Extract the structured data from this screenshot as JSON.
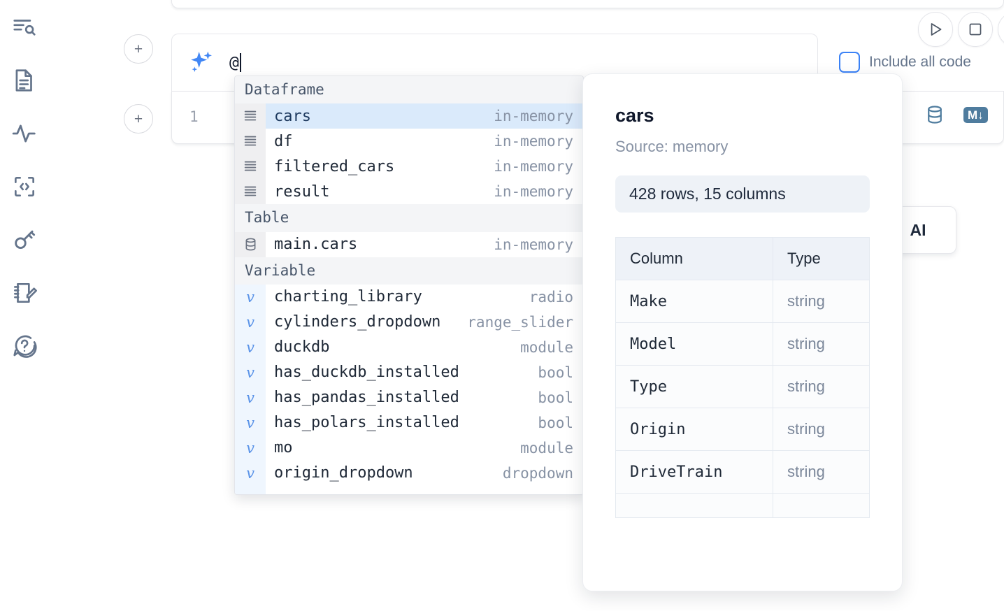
{
  "sidebar": {
    "items": [
      {
        "name": "explore-outline-icon",
        "label": "Outline"
      },
      {
        "name": "file-explorer-icon",
        "label": "Files"
      },
      {
        "name": "activity-icon",
        "label": "Variables"
      },
      {
        "name": "code-snippets-icon",
        "label": "Snippets"
      },
      {
        "name": "secrets-key-icon",
        "label": "Secrets"
      },
      {
        "name": "scratchpad-icon",
        "label": "Scratchpad"
      },
      {
        "name": "help-icon",
        "label": "Help"
      }
    ]
  },
  "toolbar": {
    "run_label": "Run",
    "stop_label": "Stop",
    "more_label": "More",
    "include_all_code": "Include all code",
    "include_all_code_checked": false
  },
  "ai_prompt": {
    "icon": "sparkles-icon",
    "value": "@",
    "placeholder": ""
  },
  "cell": {
    "line_number": "1",
    "icons": [
      {
        "name": "database-icon",
        "label": "SQL"
      },
      {
        "name": "markdown-icon",
        "label": "M↓"
      }
    ]
  },
  "ai_float_button": {
    "label": "AI"
  },
  "autocomplete": {
    "groups": [
      {
        "label": "Dataframe",
        "items": [
          {
            "icon": "dataframe-icon",
            "name": "cars",
            "kind": "in-memory",
            "selected": true
          },
          {
            "icon": "dataframe-icon",
            "name": "df",
            "kind": "in-memory",
            "selected": false
          },
          {
            "icon": "dataframe-icon",
            "name": "filtered_cars",
            "kind": "in-memory",
            "selected": false
          },
          {
            "icon": "dataframe-icon",
            "name": "result",
            "kind": "in-memory",
            "selected": false
          }
        ]
      },
      {
        "label": "Table",
        "items": [
          {
            "icon": "database-icon",
            "name": "main.cars",
            "kind": "in-memory",
            "selected": false
          }
        ]
      },
      {
        "label": "Variable",
        "items": [
          {
            "icon": "variable-icon",
            "name": "charting_library",
            "kind": "radio",
            "selected": false
          },
          {
            "icon": "variable-icon",
            "name": "cylinders_dropdown",
            "kind": "range_slider",
            "selected": false
          },
          {
            "icon": "variable-icon",
            "name": "duckdb",
            "kind": "module",
            "selected": false
          },
          {
            "icon": "variable-icon",
            "name": "has_duckdb_installed",
            "kind": "bool",
            "selected": false
          },
          {
            "icon": "variable-icon",
            "name": "has_pandas_installed",
            "kind": "bool",
            "selected": false
          },
          {
            "icon": "variable-icon",
            "name": "has_polars_installed",
            "kind": "bool",
            "selected": false
          },
          {
            "icon": "variable-icon",
            "name": "mo",
            "kind": "module",
            "selected": false
          },
          {
            "icon": "variable-icon",
            "name": "origin_dropdown",
            "kind": "dropdown",
            "selected": false
          }
        ]
      }
    ]
  },
  "preview_panel": {
    "title": "cars",
    "source": "Source: memory",
    "shape": "428 rows, 15 columns",
    "schema_headers": [
      "Column",
      "Type"
    ],
    "schema_rows": [
      {
        "column": "Make",
        "type": "string"
      },
      {
        "column": "Model",
        "type": "string"
      },
      {
        "column": "Type",
        "type": "string"
      },
      {
        "column": "Origin",
        "type": "string"
      },
      {
        "column": "DriveTrain",
        "type": "string"
      }
    ]
  },
  "colors": {
    "accent": "#3b82f6",
    "selected_row": "#daeafb",
    "icon_muted": "#64748b",
    "cell_icon": "#4f7c9e"
  }
}
